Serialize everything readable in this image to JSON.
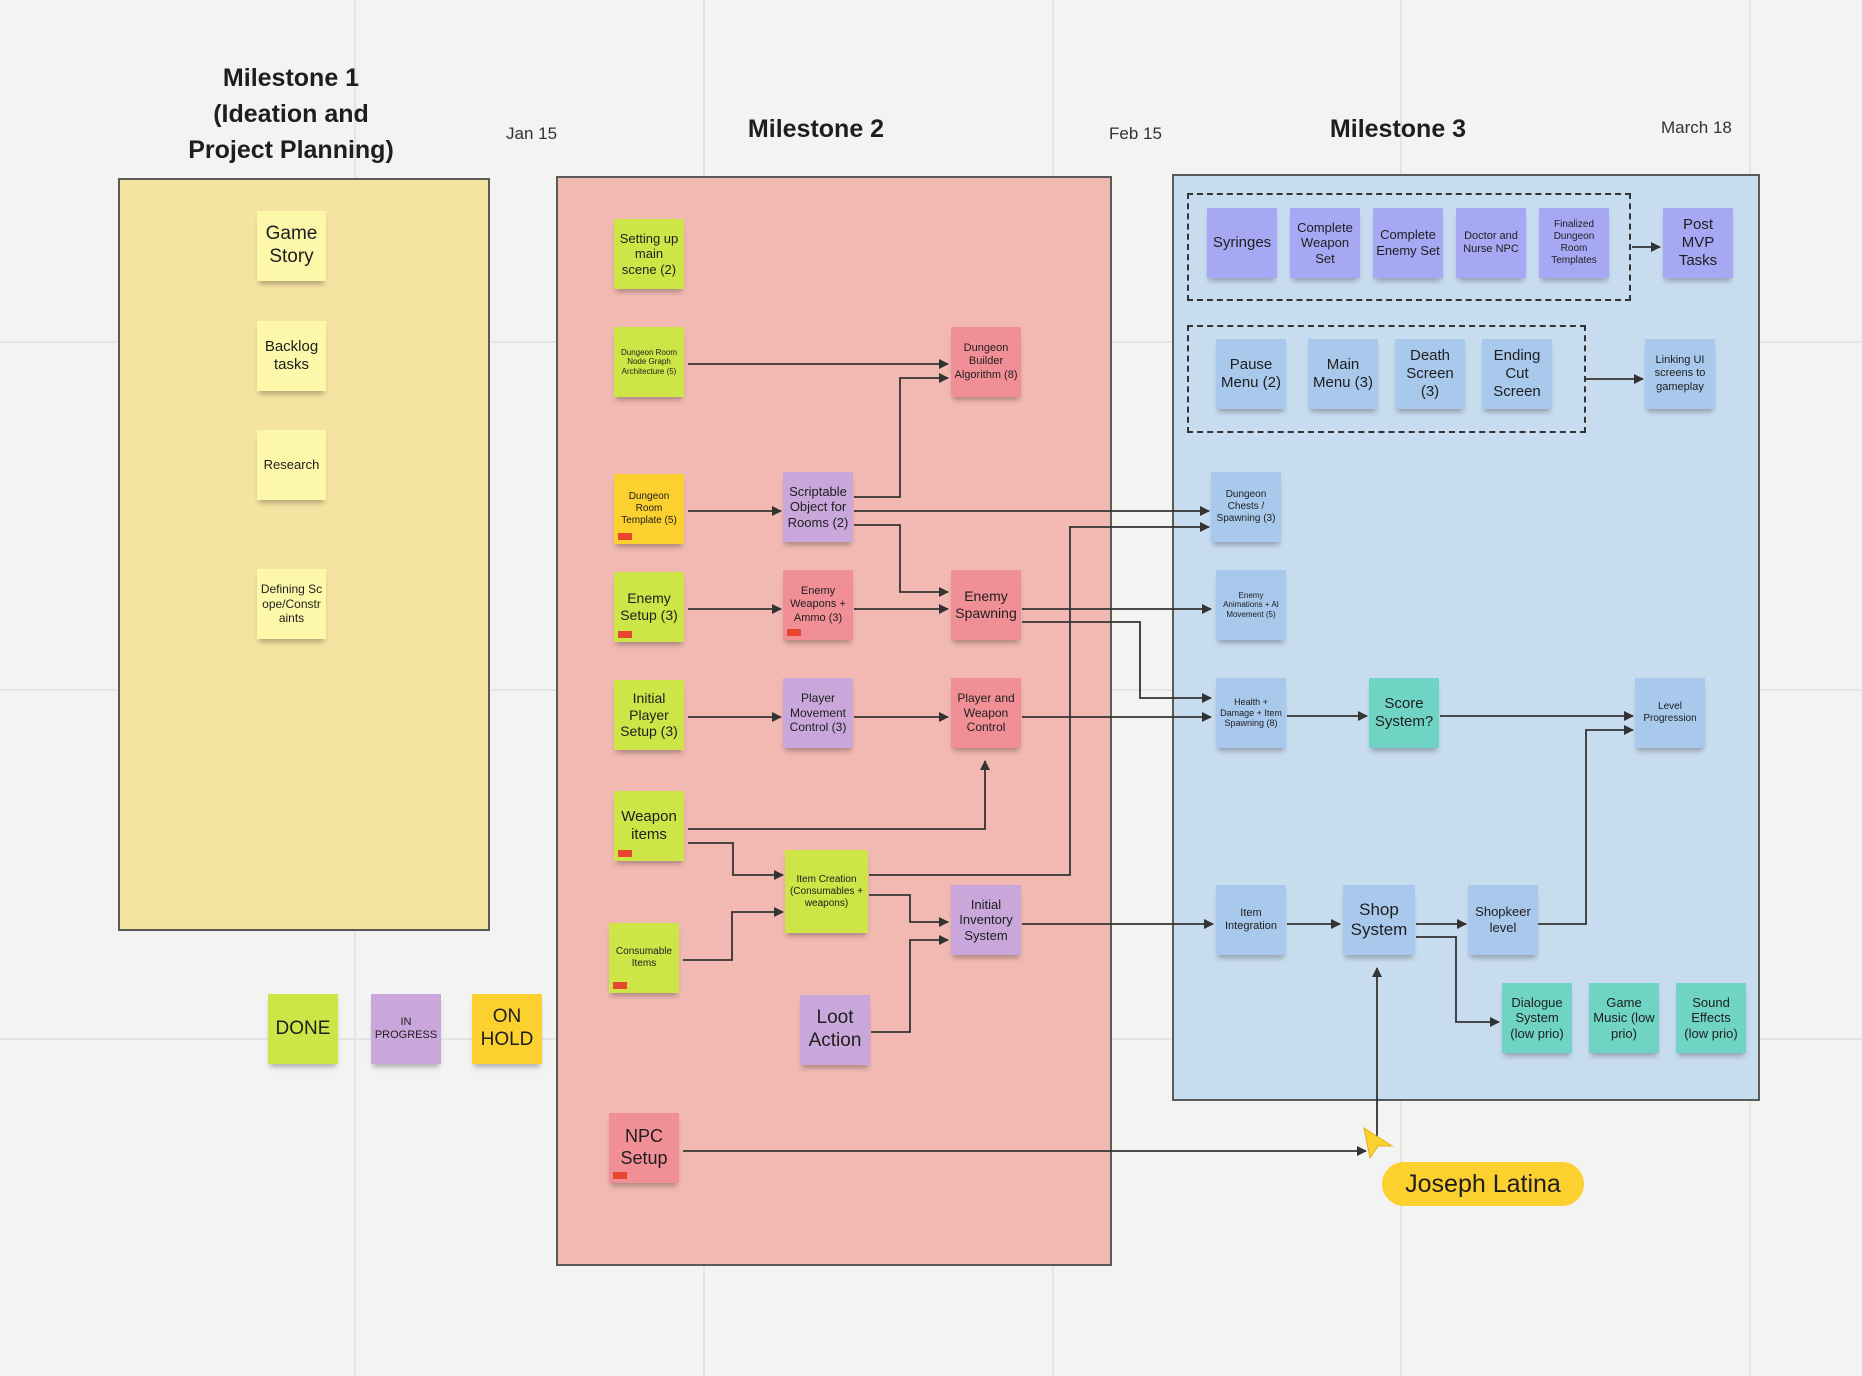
{
  "milestones": {
    "m1": {
      "title": "Milestone 1 (Ideation and Project Planning)"
    },
    "m2": {
      "title": "Milestone 2"
    },
    "m3": {
      "title": "Milestone 3"
    }
  },
  "dates": {
    "jan": "Jan 15",
    "feb": "Feb 15",
    "mar": "March 18"
  },
  "colors": {
    "milestone1": "#f5e3a1",
    "milestone2": "#f1b9b1",
    "milestone3": "#c8dcf0",
    "done": "#cee548",
    "in_progress": "#c9a7db",
    "on_hold": "#fcd02f",
    "planned_red": "#f18f96",
    "planned_blue": "#a8c8ec",
    "planned_violet": "#a7a8f3",
    "planned_teal": "#6fd4c4",
    "idea_yellow": "#fdf7a9",
    "flag": "#e6472e"
  },
  "legend": {
    "done": "DONE",
    "in_progress": "IN PROGRESS",
    "on_hold": "ON HOLD"
  },
  "cursor": {
    "user": "Joseph Latina"
  },
  "notes": {
    "game_story": "Game Story",
    "backlog": "Backlog tasks",
    "research": "Research",
    "scope": "Defining Scope/Constraints",
    "main_scene": "Setting up main scene (2)",
    "room_node": "Dungeon Room Node Graph Architecture (5)",
    "room_template": "Dungeon Room Template (5)",
    "enemy_setup": "Enemy Setup (3)",
    "player_setup": "Initial Player Setup (3)",
    "weapon_items": "Weapon items",
    "consumables": "Consumable Items",
    "npc_setup": "NPC Setup",
    "builder_algo": "Dungeon Builder Algorithm (8)",
    "scriptable_obj": "Scriptable Object for Rooms (2)",
    "enemy_weapons": "Enemy Weapons + Ammo (3)",
    "enemy_spawning": "Enemy Spawning",
    "player_movement": "Player Movement Control (3)",
    "player_weapon": "Player and Weapon Control",
    "item_creation": "Item Creation (Consumables + weapons)",
    "inventory": "Initial Inventory System",
    "loot": "Loot Action",
    "syringes": "Syringes",
    "weapon_set": "Complete Weapon Set",
    "enemy_set": "Complete Enemy Set",
    "doctor_npc": "Doctor and Nurse NPC",
    "room_templates_final": "Finalized Dungeon Room Templates",
    "post_mvp": "Post MVP Tasks",
    "pause_menu": "Pause Menu (2)",
    "main_menu": "Main Menu (3)",
    "death_screen": "Death Screen (3)",
    "ending_cut": "Ending Cut Screen",
    "linking_ui": "Linking UI screens to gameplay",
    "chests": "Dungeon Chests / Spawning (3)",
    "enemy_anim": "Enemy Animations + AI Movement (5)",
    "health_damage": "Health + Damage + Item Spawning (8)",
    "score": "Score System?",
    "level_prog": "Level Progression",
    "item_integration": "Item Integration",
    "shop": "Shop System",
    "shopkeeper": "Shopkeer level",
    "dialogue": "Dialogue System (low prio)",
    "music": "Game Music (low prio)",
    "sfx": "Sound Effects (low prio)"
  }
}
